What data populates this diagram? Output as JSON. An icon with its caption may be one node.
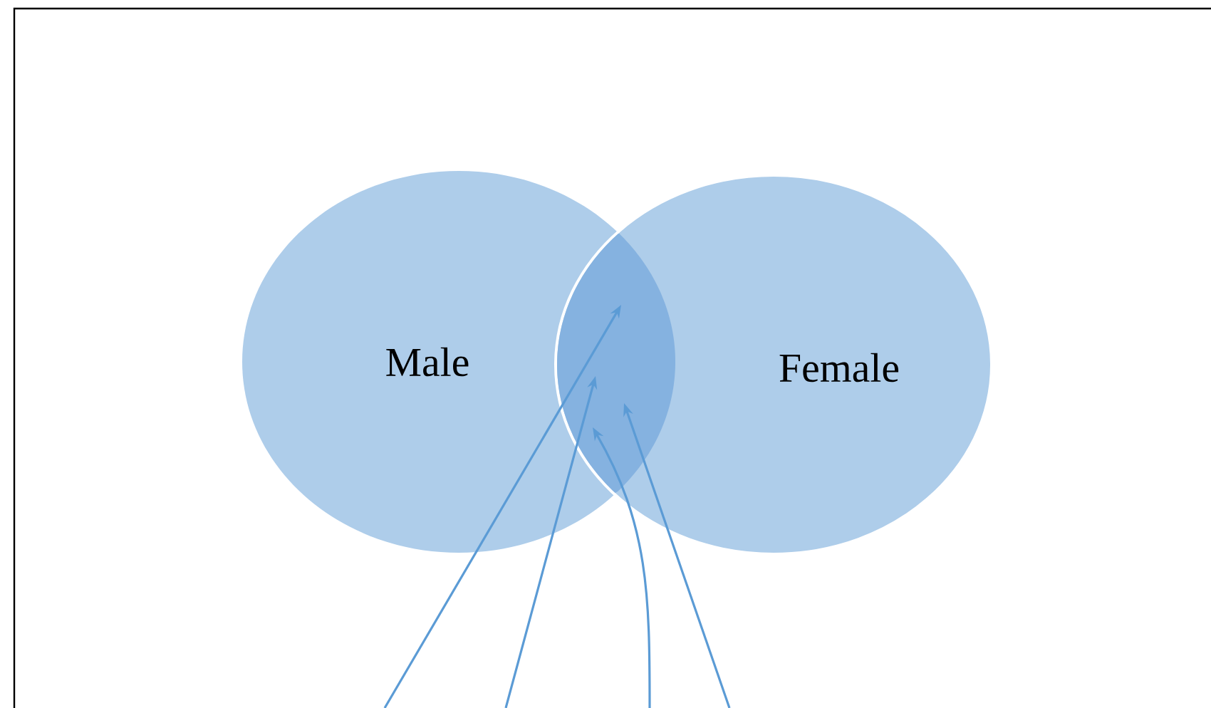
{
  "diagram": {
    "nodes": [
      {
        "text": [
          "Male"
        ]
      },
      {
        "text": [
          "Female"
        ]
      },
      {
        "text": [],
        "shape": "lens"
      }
    ],
    "edges": [
      {
        "from": null,
        "to": 2,
        "arrow": "to"
      },
      {
        "from": null,
        "to": 2,
        "arrow": "to"
      },
      {
        "from": null,
        "to": 2,
        "arrow": "to"
      },
      {
        "from": null,
        "to": 2,
        "arrow": "to"
      }
    ]
  }
}
